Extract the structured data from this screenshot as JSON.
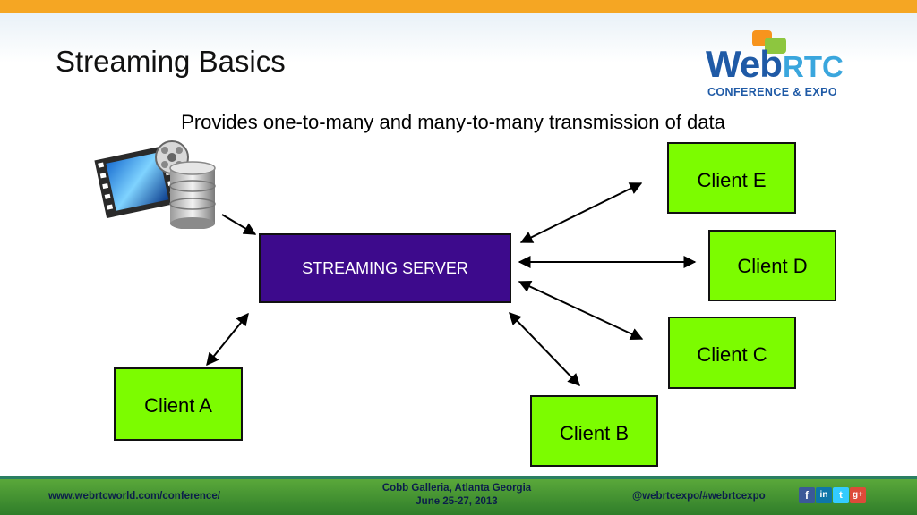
{
  "slide": {
    "title": "Streaming Basics",
    "subtitle": "Provides one-to-many and many-to-many transmission of data"
  },
  "logo": {
    "word1": "Web",
    "word2": "RTC",
    "tagline": "CONFERENCE & EXPO"
  },
  "diagram": {
    "server_label": "STREAMING SERVER",
    "clients": [
      "Client E",
      "Client D",
      "Client C",
      "Client A",
      "Client B"
    ],
    "media_source_icon": "film-and-database-icon"
  },
  "footer": {
    "website": "www.webrtcworld.com/conference/",
    "venue": "Cobb Galleria, Atlanta Georgia",
    "dates": "June 25-27, 2013",
    "social_handle": "@webrtcexpo/#webrtcexpo",
    "social_icons": [
      "facebook-icon",
      "linkedin-icon",
      "twitter-icon",
      "googleplus-icon"
    ]
  },
  "colors": {
    "server_fill": "#3d0a8c",
    "client_fill": "#7cfc00",
    "top_bar": "#f5a623",
    "footer_green": "#4a9a35"
  }
}
